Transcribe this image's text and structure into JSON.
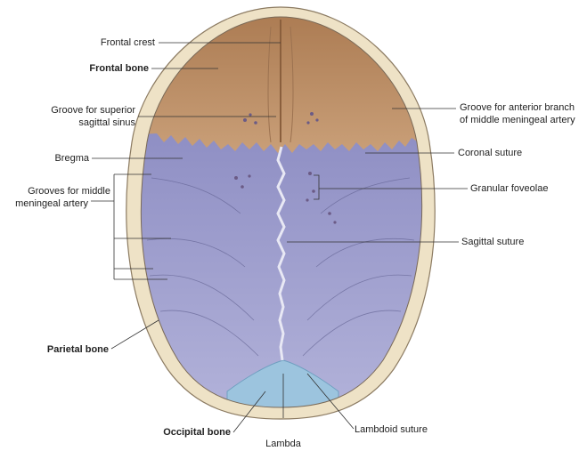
{
  "labels": {
    "frontal_crest": "Frontal crest",
    "frontal_bone": "Frontal bone",
    "groove_superior_sagittal_l1": "Groove for superior",
    "groove_superior_sagittal_l2": "sagittal sinus",
    "bregma": "Bregma",
    "grooves_middle_meningeal_l1": "Grooves for middle",
    "grooves_middle_meningeal_l2": "meningeal artery",
    "parietal_bone": "Parietal bone",
    "occipital_bone": "Occipital bone",
    "lambda": "Lambda",
    "lambdoid_suture": "Lambdoid suture",
    "sagittal_suture": "Sagittal suture",
    "granular_foveolae": "Granular foveolae",
    "coronal_suture": "Coronal suture",
    "groove_anterior_branch_l1": "Groove for anterior branch",
    "groove_anterior_branch_l2": "of middle meningeal artery"
  },
  "colors": {
    "frontal_bone": "#b98a62",
    "parietal_bone": "#a3a3cf",
    "occipital_bone": "#9cc4de",
    "skull_rim": "#eee2c6",
    "leader_line": "#333333"
  }
}
